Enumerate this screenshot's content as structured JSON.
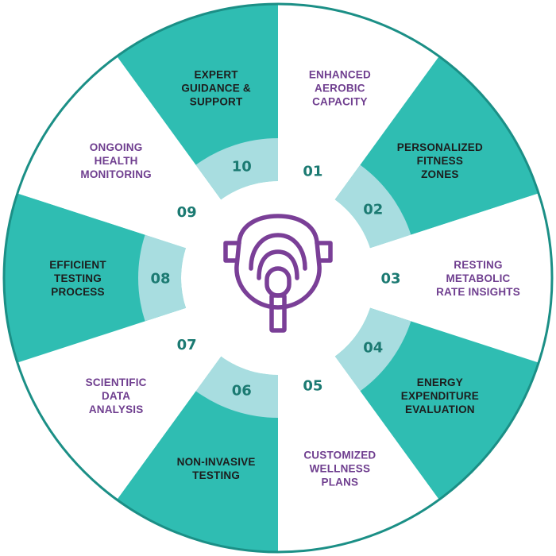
{
  "colors": {
    "teal": "#2fbdb2",
    "light_teal": "#a8dde0",
    "white": "#ffffff",
    "ring_border": "#1b8f86",
    "purple": "#6f3e8f",
    "dark_text": "#1d1d1d",
    "number": "#1b7a72",
    "icon": "#7a3f97"
  },
  "center_icon": "oxygen-mask-icon",
  "segments": [
    {
      "number": "01",
      "lines": [
        "ENHANCED",
        "AEROBIC",
        "CAPACITY"
      ],
      "style": "white"
    },
    {
      "number": "02",
      "lines": [
        "PERSONALIZED",
        "FITNESS",
        "ZONES"
      ],
      "style": "teal"
    },
    {
      "number": "03",
      "lines": [
        "RESTING",
        "METABOLIC",
        "RATE INSIGHTS"
      ],
      "style": "white"
    },
    {
      "number": "04",
      "lines": [
        "ENERGY",
        "EXPENDITURE",
        "EVALUATION"
      ],
      "style": "teal"
    },
    {
      "number": "05",
      "lines": [
        "CUSTOMIZED",
        "WELLNESS",
        "PLANS"
      ],
      "style": "white"
    },
    {
      "number": "06",
      "lines": [
        "NON-INVASIVE",
        "TESTING"
      ],
      "style": "teal"
    },
    {
      "number": "07",
      "lines": [
        "SCIENTIFIC",
        "DATA",
        "ANALYSIS"
      ],
      "style": "white"
    },
    {
      "number": "08",
      "lines": [
        "EFFICIENT",
        "TESTING",
        "PROCESS"
      ],
      "style": "teal"
    },
    {
      "number": "09",
      "lines": [
        "ONGOING",
        "HEALTH",
        "MONITORING"
      ],
      "style": "white"
    },
    {
      "number": "10",
      "lines": [
        "EXPERT",
        "GUIDANCE &",
        "SUPPORT"
      ],
      "style": "teal"
    }
  ]
}
